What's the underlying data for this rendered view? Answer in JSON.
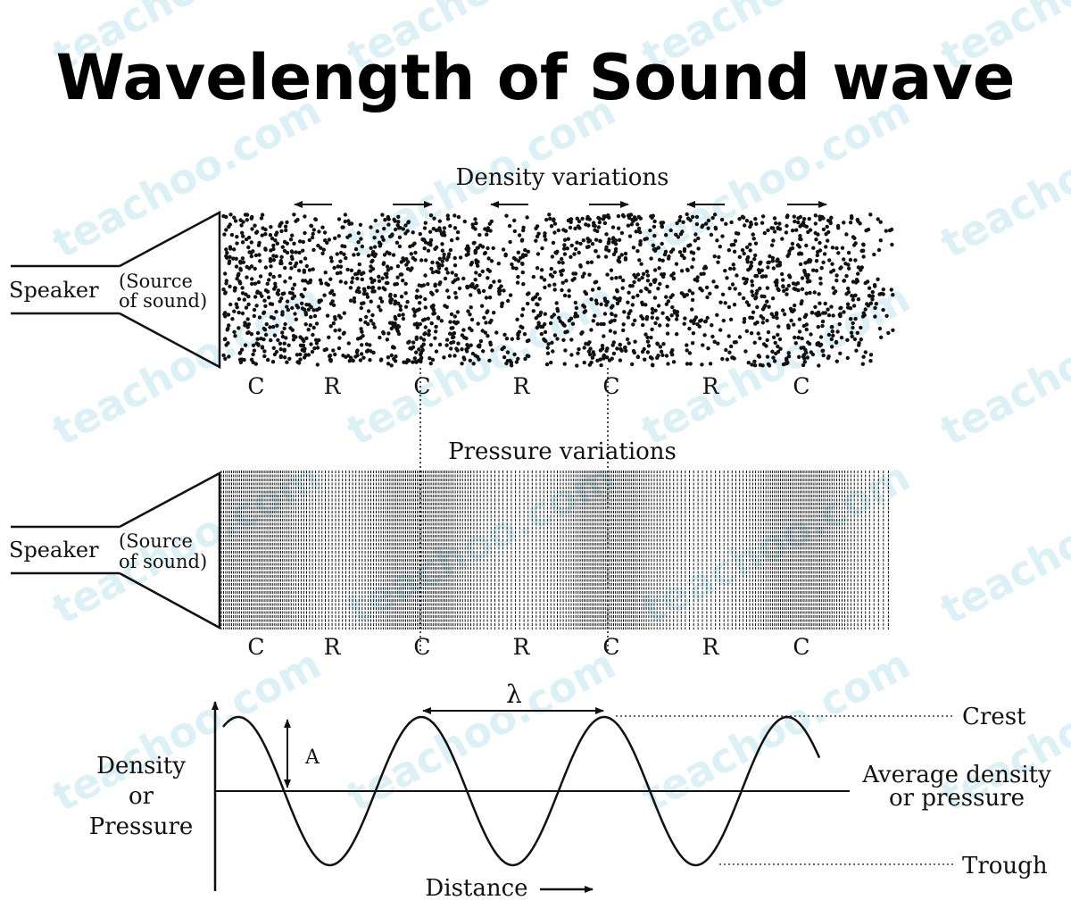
{
  "title": "Wavelength of Sound wave",
  "watermark_text": "teachoo.com",
  "density_panel": {
    "label": "Density variations",
    "speaker_label": "Speaker",
    "source_line1": "(Source",
    "source_line2": "of sound)",
    "regions": [
      "C",
      "R",
      "C",
      "R",
      "C",
      "R",
      "C"
    ]
  },
  "pressure_panel": {
    "label": "Pressure variations",
    "speaker_label": "Speaker",
    "source_line1": "(Source",
    "source_line2": "of sound)",
    "regions": [
      "C",
      "R",
      "C",
      "R",
      "C",
      "R",
      "C"
    ]
  },
  "wave_graph": {
    "y_label_line1": "Density",
    "y_label_line2": "or",
    "y_label_line3": "Pressure",
    "x_label": "Distance",
    "wavelength_symbol": "λ",
    "amplitude_symbol": "A",
    "crest_label": "Crest",
    "trough_label": "Trough",
    "average_line1": "Average density",
    "average_line2": "or pressure"
  },
  "colors": {
    "ink": "#111111",
    "watermark": "#bfe7ef",
    "background": "#ffffff"
  }
}
